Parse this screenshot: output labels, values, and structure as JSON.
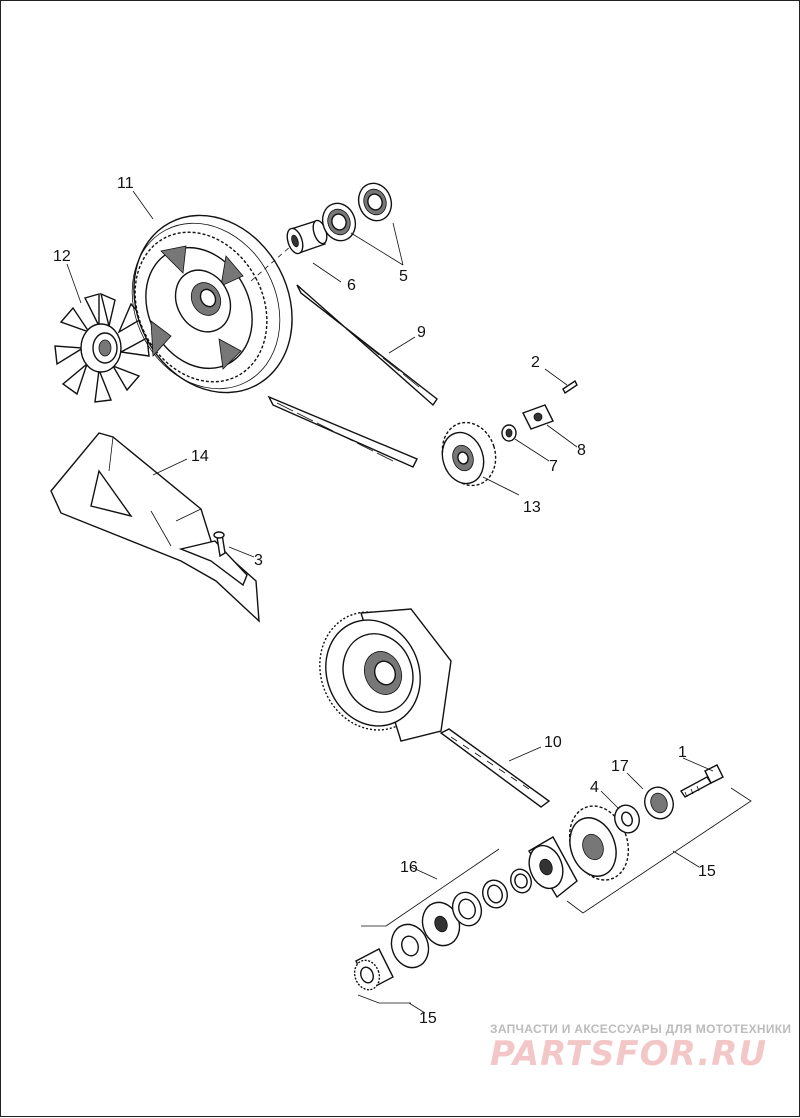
{
  "callouts": [
    {
      "id": "c1",
      "text": "1"
    },
    {
      "id": "c2",
      "text": "2"
    },
    {
      "id": "c3",
      "text": "3"
    },
    {
      "id": "c4",
      "text": "4"
    },
    {
      "id": "c5",
      "text": "5"
    },
    {
      "id": "c6",
      "text": "6"
    },
    {
      "id": "c7",
      "text": "7"
    },
    {
      "id": "c8",
      "text": "8"
    },
    {
      "id": "c9",
      "text": "9"
    },
    {
      "id": "c10",
      "text": "10"
    },
    {
      "id": "c11",
      "text": "11"
    },
    {
      "id": "c12",
      "text": "12"
    },
    {
      "id": "c13",
      "text": "13"
    },
    {
      "id": "c14",
      "text": "14"
    },
    {
      "id": "c15a",
      "text": "15"
    },
    {
      "id": "c15b",
      "text": "15"
    },
    {
      "id": "c16",
      "text": "16"
    },
    {
      "id": "c17",
      "text": "17"
    }
  ],
  "watermark": {
    "tagline": "ЗАПЧАСТИ И АКСЕССУАРЫ ДЛЯ МОТОТЕХНИКИ",
    "logo": "PARTSFOR.RU"
  }
}
